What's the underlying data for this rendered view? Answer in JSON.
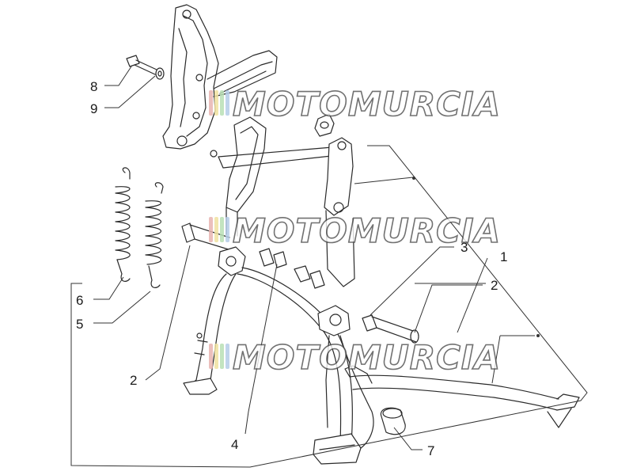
{
  "watermark": {
    "text": "MOTOMURCIA",
    "stripe_colors": [
      "#e8b4b0",
      "#f0e2a0",
      "#b9dfb5",
      "#b5cde8"
    ]
  },
  "callouts": [
    {
      "id": "c8",
      "label": "8"
    },
    {
      "id": "c9",
      "label": "9"
    },
    {
      "id": "c3",
      "label": "3"
    },
    {
      "id": "c1",
      "label": "1"
    },
    {
      "id": "c2r",
      "label": "2"
    },
    {
      "id": "c6",
      "label": "6"
    },
    {
      "id": "c5",
      "label": "5"
    },
    {
      "id": "c2l",
      "label": "2"
    },
    {
      "id": "c4",
      "label": "4"
    },
    {
      "id": "c7",
      "label": "7"
    }
  ]
}
